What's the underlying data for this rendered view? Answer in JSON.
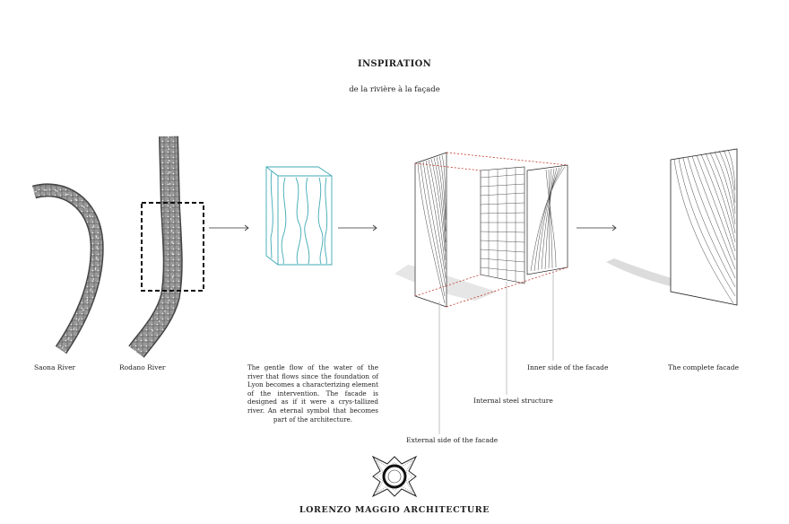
{
  "header": {
    "title": "INSPIRATION",
    "subtitle": "de la rivière à la façade"
  },
  "steps": {
    "saona_label": "Saona River",
    "rodano_label": "Rodano River",
    "description": "The gentle flow of the water of the river that flows since the foundation of Lyon becomes a characterizing element of the intervention. The facade is designed as if it were a crys-tallized river. An eternal symbol that becomes part of the architecture.",
    "inner_label": "Inner side of the facade",
    "steel_label": "Internal steel structure",
    "external_label": "External side of the facade",
    "complete_label": "The complete facade"
  },
  "brand": {
    "name": "LORENZO MAGGIO ARCHITECTURE"
  },
  "colors": {
    "accent_teal": "#3fa9b5",
    "dashed_red": "#c0392b",
    "ink": "#222222"
  }
}
